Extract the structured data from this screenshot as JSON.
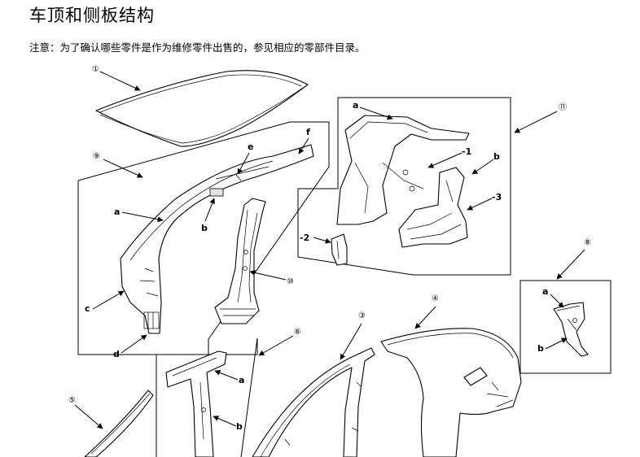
{
  "page": {
    "title": "车顶和侧板结构",
    "note": "注意：为了确认哪些零件是作为维修零件出售的，参见相应的零部件目录。"
  },
  "callouts": {
    "c1": "①",
    "c3": "③",
    "c4": "④",
    "c5": "⑤",
    "c6": "⑥",
    "c8": "⑧",
    "c9": "⑨",
    "c10": "⑩",
    "c11": "⑪"
  },
  "labels": {
    "g9_a": "a",
    "g9_b": "b",
    "g9_c": "c",
    "g9_d": "d",
    "g9_e": "e",
    "g9_f": "f",
    "g11_a": "a",
    "g11_b": "b",
    "g11_m1": "-1",
    "g11_m2": "-2",
    "g11_m3": "-3",
    "g8_a": "a",
    "g8_b": "b",
    "g6_a": "a",
    "g6_b": "b"
  }
}
